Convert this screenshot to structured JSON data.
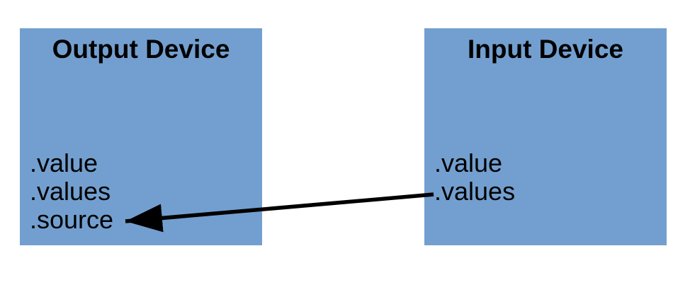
{
  "colors": {
    "background": "#ffffff",
    "box_fill": "#729fcf",
    "text": "#000000",
    "arrow": "#000000"
  },
  "boxes": [
    {
      "title": "Output Device",
      "items": [
        ".value",
        ".values",
        ".source"
      ]
    },
    {
      "title": "Input Device",
      "items": [
        ".value",
        ".values"
      ]
    }
  ],
  "arrow": {
    "from": "Input Device .values",
    "to": "Output Device .source"
  }
}
